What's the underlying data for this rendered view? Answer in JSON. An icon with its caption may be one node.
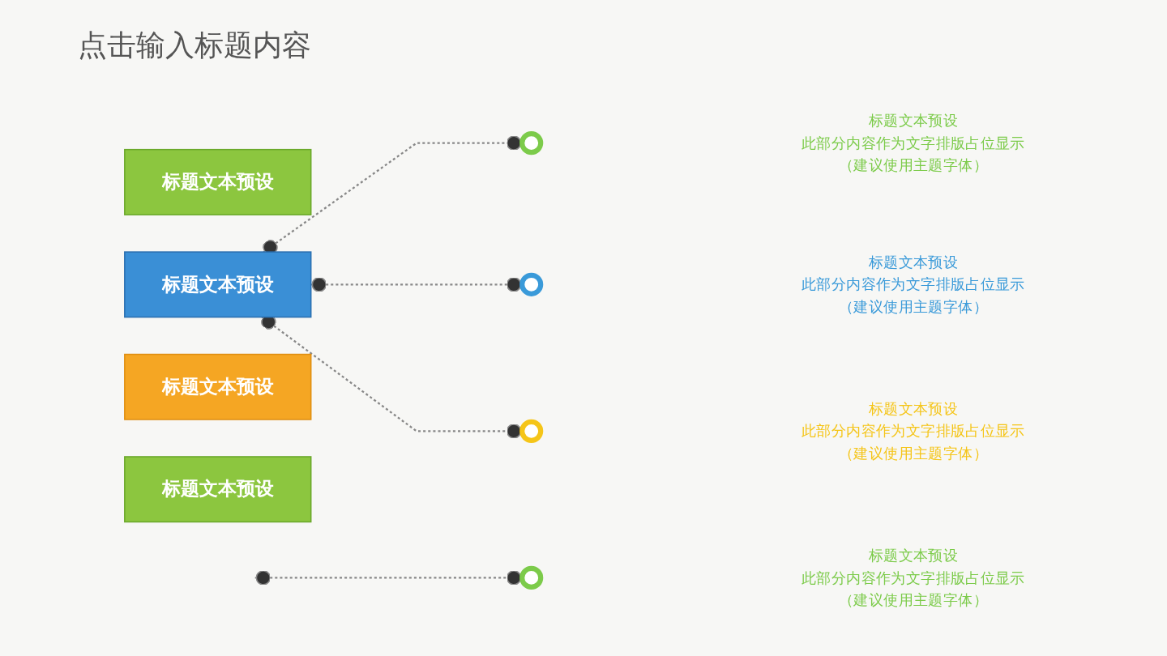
{
  "diagram": {
    "title": "点击输入标题内容",
    "nodes": [
      {
        "text": [
          "标题文本预设"
        ]
      },
      {
        "text": [
          "标题文本预设"
        ]
      },
      {
        "text": [
          "标题文本预设"
        ]
      },
      {
        "text": [
          "标题文本预设"
        ]
      },
      {
        "text": [],
        "shape": "circle",
        "beside": [
          "标题文本预设",
          "此部分内容作为文字排版占位显示（建议使用主题字体）"
        ]
      },
      {
        "text": [],
        "shape": "circle",
        "beside": [
          "标题文本预设",
          "此部分内容作为文字排版占位显示（建议使用主题字体）"
        ]
      },
      {
        "text": [],
        "shape": "circle",
        "beside": [
          "标题文本预设",
          "此部分内容作为文字排版占位显示（建议使用主题字体）"
        ]
      },
      {
        "text": [],
        "shape": "circle",
        "beside": [
          "标题文本预设",
          "此部分内容作为文字排版占位显示（建议使用主题字体）"
        ]
      }
    ],
    "edges": [
      {
        "from": 1,
        "to": 4,
        "arrow": "other",
        "style": "dashed"
      },
      {
        "from": 1,
        "to": 5,
        "arrow": "other",
        "style": "dashed"
      },
      {
        "from": 1,
        "to": 6,
        "arrow": "other",
        "style": "dashed"
      },
      {
        "from": null,
        "to": 7,
        "arrow": "other",
        "style": "dashed"
      }
    ]
  }
}
